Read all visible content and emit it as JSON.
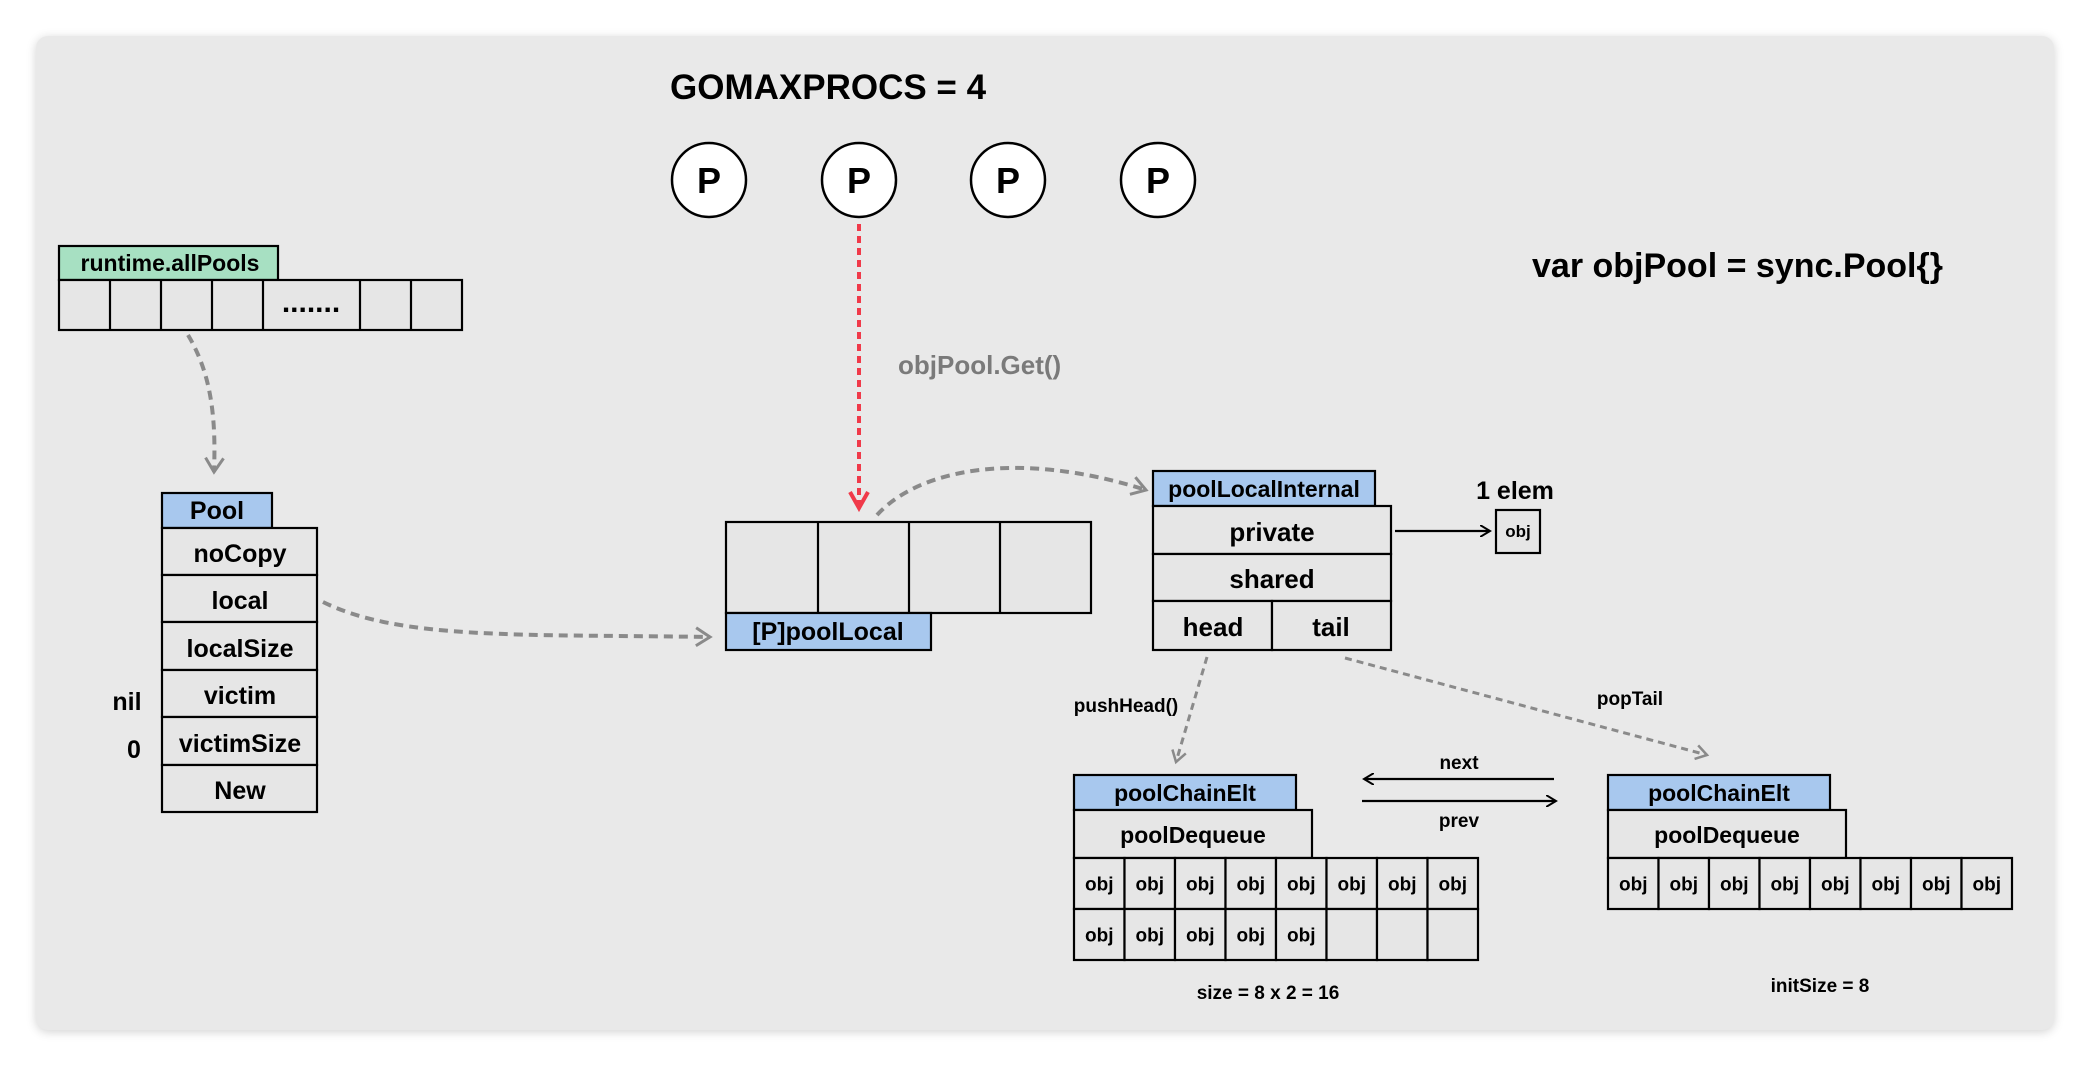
{
  "title": "GOMAXPROCS = 4",
  "declaration": "var objPool = sync.Pool{}",
  "processors": [
    "P",
    "P",
    "P",
    "P"
  ],
  "get_call": "objPool.Get()",
  "all_pools": {
    "label": "runtime.allPools",
    "ellipsis": "......."
  },
  "pool": {
    "label": "Pool",
    "fields": [
      "noCopy",
      "local",
      "localSize",
      "victim",
      "victimSize",
      "New"
    ],
    "victim_value": "nil",
    "victim_size_value": "0"
  },
  "pool_local": {
    "label": "[P]poolLocal"
  },
  "pool_local_internal": {
    "label": "poolLocalInternal",
    "private": "private",
    "shared": "shared",
    "head": "head",
    "tail": "tail",
    "elem_note": "1 elem",
    "elem_obj": "obj"
  },
  "push_head": "pushHead()",
  "pop_tail": "popTail",
  "next": "next",
  "prev": "prev",
  "chain_left": {
    "label": "poolChainElt",
    "dequeue": "poolDequeue",
    "row1": [
      "obj",
      "obj",
      "obj",
      "obj",
      "obj",
      "obj",
      "obj",
      "obj"
    ],
    "row2": [
      "obj",
      "obj",
      "obj",
      "obj",
      "obj",
      "",
      "",
      ""
    ],
    "size_note": "size = 8 x 2 = 16"
  },
  "chain_right": {
    "label": "poolChainElt",
    "dequeue": "poolDequeue",
    "row1": [
      "obj",
      "obj",
      "obj",
      "obj",
      "obj",
      "obj",
      "obj",
      "obj"
    ],
    "size_note": "initSize = 8"
  },
  "colors": {
    "card": "#e9e9e9",
    "blue_header": "#a8c8ee",
    "green_header": "#a7e0c2",
    "red_arrow": "#f03a4a",
    "gray_arrow": "#8a8a8a"
  }
}
